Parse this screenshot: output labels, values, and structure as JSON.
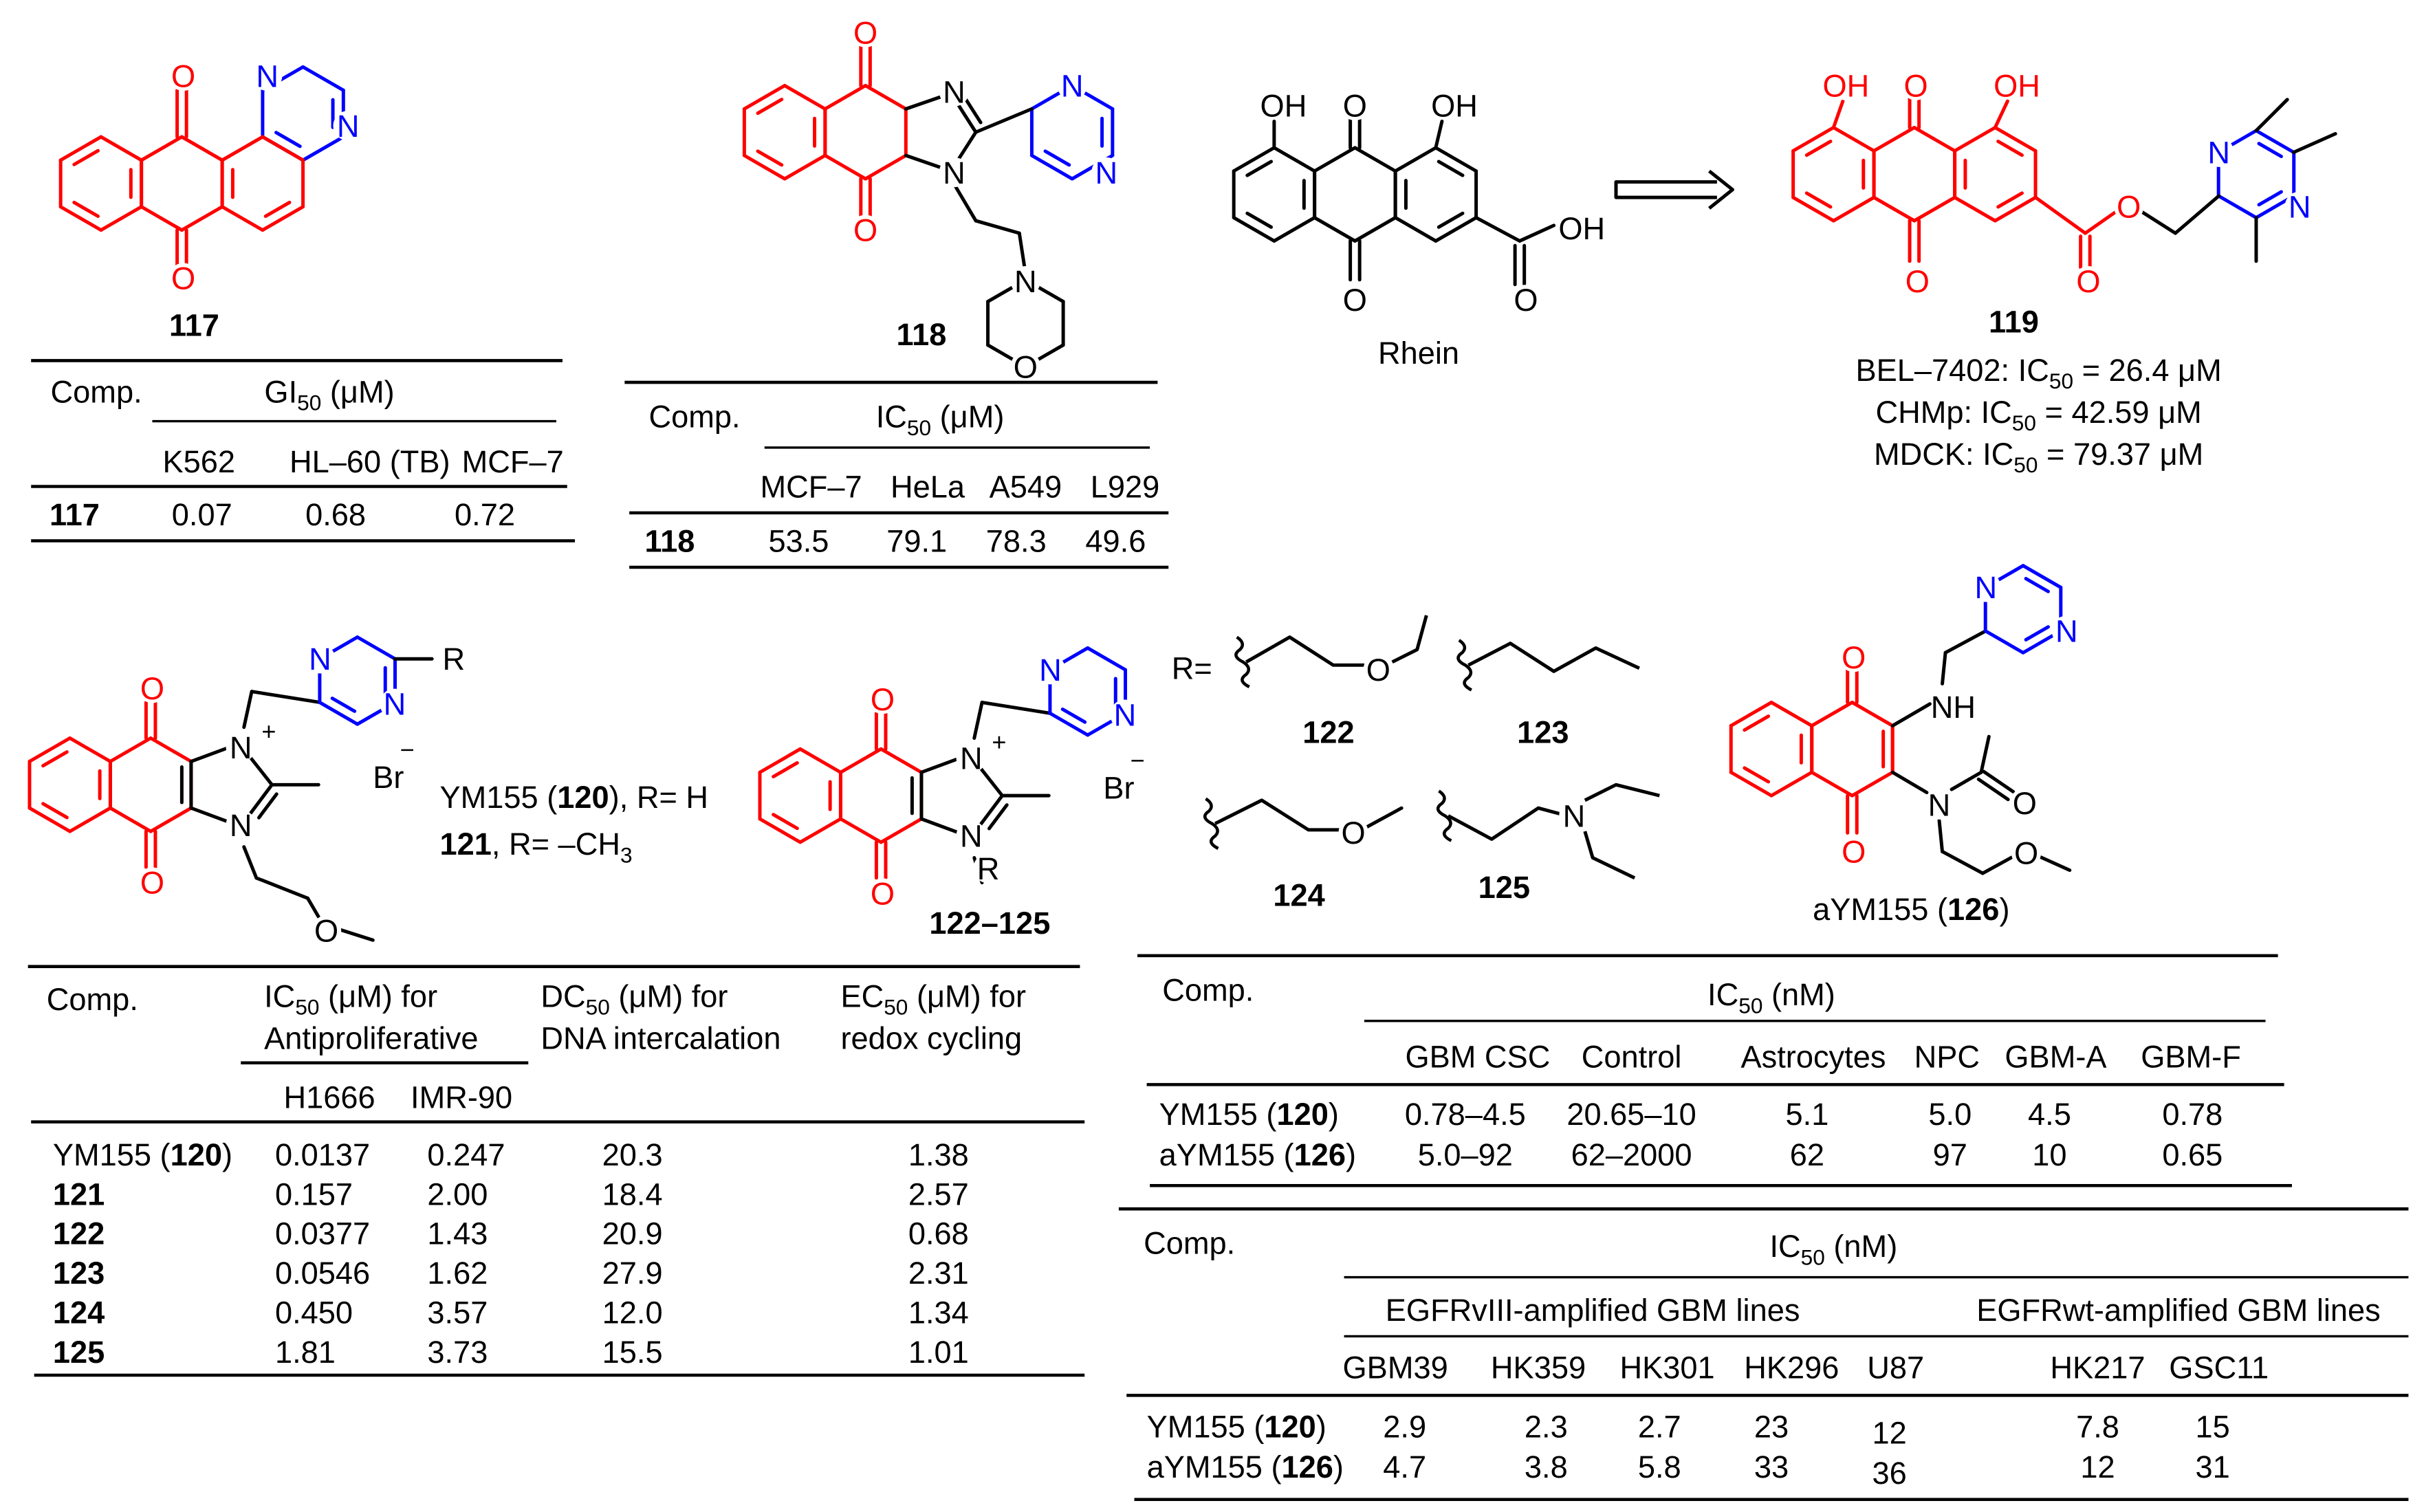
{
  "colors": {
    "scaffold": "#ff0000",
    "pyrazine": "#0000ff",
    "ink": "#000000"
  },
  "structures": {
    "s117": {
      "label": "117",
      "atoms": [
        "O",
        "O",
        "N",
        "N"
      ]
    },
    "s118": {
      "label": "118",
      "atoms": [
        "O",
        "O",
        "N",
        "N",
        "N",
        "N",
        "N",
        "O"
      ]
    },
    "rhein": {
      "label": "Rhein",
      "atoms": [
        "OH",
        "O",
        "OH",
        "O",
        "OH",
        "O"
      ]
    },
    "s119": {
      "label": "119",
      "atoms": [
        "OH",
        "O",
        "OH",
        "O",
        "O",
        "O",
        "N",
        "N"
      ],
      "activities": [
        {
          "pre": "BEL–7402: IC",
          "sub": "50",
          "post": " = 26.4 μM"
        },
        {
          "pre": "CHMp: IC",
          "sub": "50",
          "post": " = 42.59 μM"
        },
        {
          "pre": "MDCK: IC",
          "sub": "50",
          "post": " = 79.37 μM"
        }
      ]
    },
    "s120": {
      "atoms": [
        "O",
        "O",
        "N",
        "+",
        "N",
        "N",
        "N",
        "R",
        "Br",
        "−",
        "O"
      ],
      "caption1": {
        "pre": "YM155 (",
        "bold": "120",
        "post": "), R= H"
      },
      "caption2": {
        "bold": "121",
        "pre": ", R= –CH",
        "sub": "3"
      }
    },
    "s122": {
      "label": "122–125",
      "atoms": [
        "O",
        "O",
        "N",
        "+",
        "N",
        "N",
        "N",
        "R",
        "Br",
        "−"
      ]
    },
    "rgroups": {
      "prefix": "R=",
      "atoms": [
        "O",
        "O",
        "N"
      ],
      "labels": [
        "122",
        "123",
        "124",
        "125"
      ]
    },
    "s126": {
      "atoms": [
        "O",
        "O",
        "NH",
        "N",
        "N",
        "N",
        "O",
        "O"
      ],
      "caption": {
        "pre": "aYM155 (",
        "bold": "126",
        "post": ")"
      }
    }
  },
  "table117": {
    "comp": "Comp.",
    "group": {
      "main": "GI",
      "sub": "50",
      "rest": " (μM)"
    },
    "columns": [
      "K562",
      "HL–60 (TB)",
      "MCF–7"
    ],
    "rows": [
      {
        "comp": "117",
        "values": [
          "0.07",
          "0.68",
          "0.72"
        ]
      }
    ]
  },
  "table118": {
    "comp": "Comp.",
    "group": {
      "main": "IC",
      "sub": "50",
      "rest": " (μM)"
    },
    "columns": [
      "MCF–7",
      "HeLa",
      "A549",
      "L929"
    ],
    "rows": [
      {
        "comp": "118",
        "values": [
          "53.5",
          "79.1",
          "78.3",
          "49.6"
        ]
      }
    ]
  },
  "table120": {
    "comp": "Comp.",
    "groups": [
      {
        "main": "IC",
        "sub": "50",
        "rest": " (μM) for",
        "line2": "Antiproliferative"
      },
      {
        "main": "DC",
        "sub": "50",
        "rest": " (μM) for",
        "line2": "DNA intercalation"
      },
      {
        "main": "EC",
        "sub": "50",
        "rest": " (μM) for",
        "line2": "redox cycling"
      }
    ],
    "columns": [
      "H1666",
      "IMR-90"
    ],
    "rows": [
      {
        "pre": "YM155 (",
        "bold": "120",
        "post": ")",
        "values": [
          "0.0137",
          "0.247",
          "20.3",
          "1.38"
        ]
      },
      {
        "pre": "",
        "bold": "121",
        "post": "",
        "values": [
          "0.157",
          "2.00",
          "18.4",
          "2.57"
        ]
      },
      {
        "pre": "",
        "bold": "122",
        "post": "",
        "values": [
          "0.0377",
          "1.43",
          "20.9",
          "0.68"
        ]
      },
      {
        "pre": "",
        "bold": "123",
        "post": "",
        "values": [
          "0.0546",
          "1.62",
          "27.9",
          "2.31"
        ]
      },
      {
        "pre": "",
        "bold": "124",
        "post": "",
        "values": [
          "0.450",
          "3.57",
          "12.0",
          "1.34"
        ]
      },
      {
        "pre": "",
        "bold": "125",
        "post": "",
        "values": [
          "1.81",
          "3.73",
          "15.5",
          "1.01"
        ]
      }
    ]
  },
  "tableGBM": {
    "comp": "Comp.",
    "group": {
      "main": "IC",
      "sub": "50",
      "rest": " (nM)"
    },
    "columns": [
      "GBM CSC",
      "Control",
      "Astrocytes",
      "NPC",
      "GBM-A",
      "GBM-F"
    ],
    "rows": [
      {
        "pre": "YM155 (",
        "bold": "120",
        "post": ")",
        "values": [
          "0.78–4.5",
          "20.65–10",
          "5.1",
          "5.0",
          "4.5",
          "0.78"
        ]
      },
      {
        "pre": "aYM155 (",
        "bold": "126",
        "post": ")",
        "values": [
          "5.0–92",
          "62–2000",
          "62",
          "97",
          "10",
          "0.65"
        ]
      }
    ]
  },
  "tableEGFR": {
    "comp": "Comp.",
    "group": {
      "main": "IC",
      "sub": "50",
      "rest": " (nM)"
    },
    "subgroups": [
      "EGFRvIII-amplified GBM lines",
      "EGFRwt-amplified GBM lines"
    ],
    "columns": [
      "GBM39",
      "HK359",
      "HK301",
      "HK296",
      "U87",
      "HK217",
      "GSC11"
    ],
    "rows": [
      {
        "pre": "YM155 (",
        "bold": "120",
        "post": ")",
        "values": [
          "2.9",
          "2.3",
          "2.7",
          "23",
          "12",
          "7.8",
          "15"
        ]
      },
      {
        "pre": "aYM155 (",
        "bold": "126",
        "post": ")",
        "values": [
          "4.7",
          "3.8",
          "5.8",
          "33",
          "36",
          "12",
          "31"
        ]
      }
    ]
  }
}
